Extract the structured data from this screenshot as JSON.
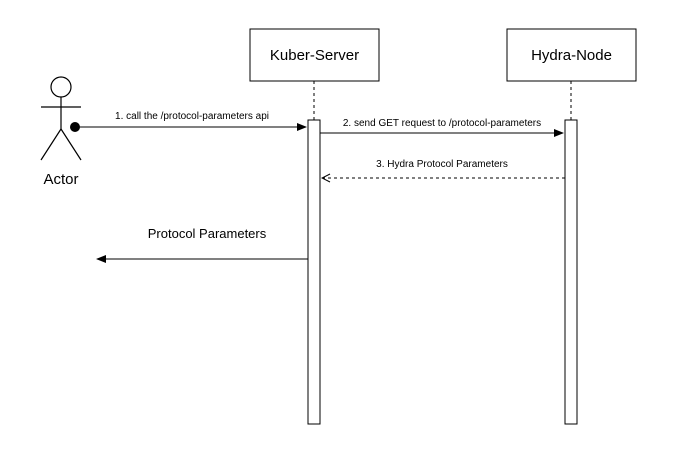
{
  "diagram": {
    "type": "sequence",
    "actor": {
      "label": "Actor"
    },
    "participants": [
      {
        "id": "kuber",
        "label": "Kuber-Server"
      },
      {
        "id": "hydra",
        "label": "Hydra-Node"
      }
    ],
    "messages": [
      {
        "id": "m1",
        "label": "1. call the /protocol-parameters api",
        "from": "actor",
        "to": "kuber",
        "style": "solid"
      },
      {
        "id": "m2",
        "label": "2. send GET request to /protocol-parameters",
        "from": "kuber",
        "to": "hydra",
        "style": "solid"
      },
      {
        "id": "m3",
        "label": "3. Hydra Protocol Parameters",
        "from": "hydra",
        "to": "kuber",
        "style": "dashed"
      },
      {
        "id": "m4",
        "label": "Protocol Parameters",
        "from": "kuber",
        "to": "actor",
        "style": "solid"
      }
    ]
  }
}
